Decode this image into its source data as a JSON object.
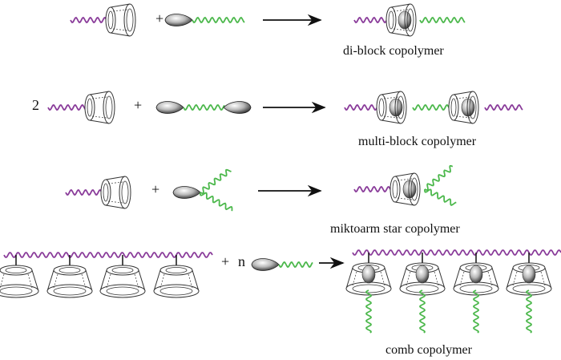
{
  "colors": {
    "host_polymer": "#8a3c9a",
    "guest_polymer": "#4cb84c",
    "outline": "#333333",
    "arrow": "#111111"
  },
  "rows": [
    {
      "id": "diblock",
      "label": "di-block copolymer",
      "plus": "+",
      "coefficient": ""
    },
    {
      "id": "multiblock",
      "label": "multi-block copolymer",
      "plus": "+",
      "coefficient": "2"
    },
    {
      "id": "miktoarm",
      "label": "miktoarm star copolymer",
      "plus": "+",
      "coefficient": ""
    },
    {
      "id": "comb",
      "label": "comb copolymer",
      "plus": "+",
      "coefficient": "n"
    }
  ]
}
